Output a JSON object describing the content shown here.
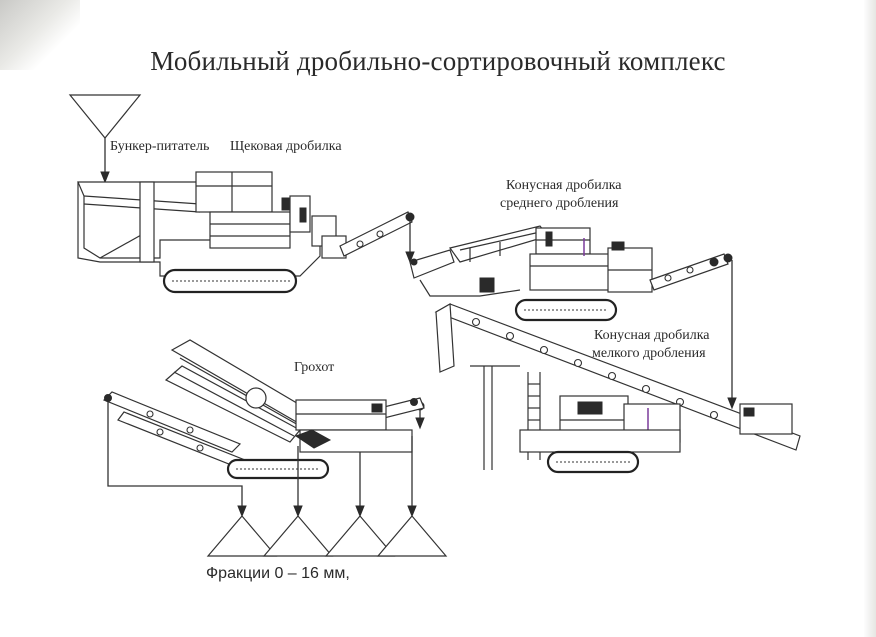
{
  "title": "Мобильный дробильно-сортировочный комплекс",
  "labels": {
    "hopper": "Бункер-питатель",
    "jaw_crusher": "Щековая дробилка",
    "cone_mid_line1": "Конусная дробилка",
    "cone_mid_line2": "среднего дробления",
    "cone_fine_line1": "Конусная дробилка",
    "cone_fine_line2": "мелкого дробления",
    "screen": "Грохот",
    "fractions": "Фракции 0 – 16 мм,"
  },
  "colors": {
    "line": "#333333",
    "paper": "#ffffff",
    "accent_purple": "#7a3a9a"
  }
}
